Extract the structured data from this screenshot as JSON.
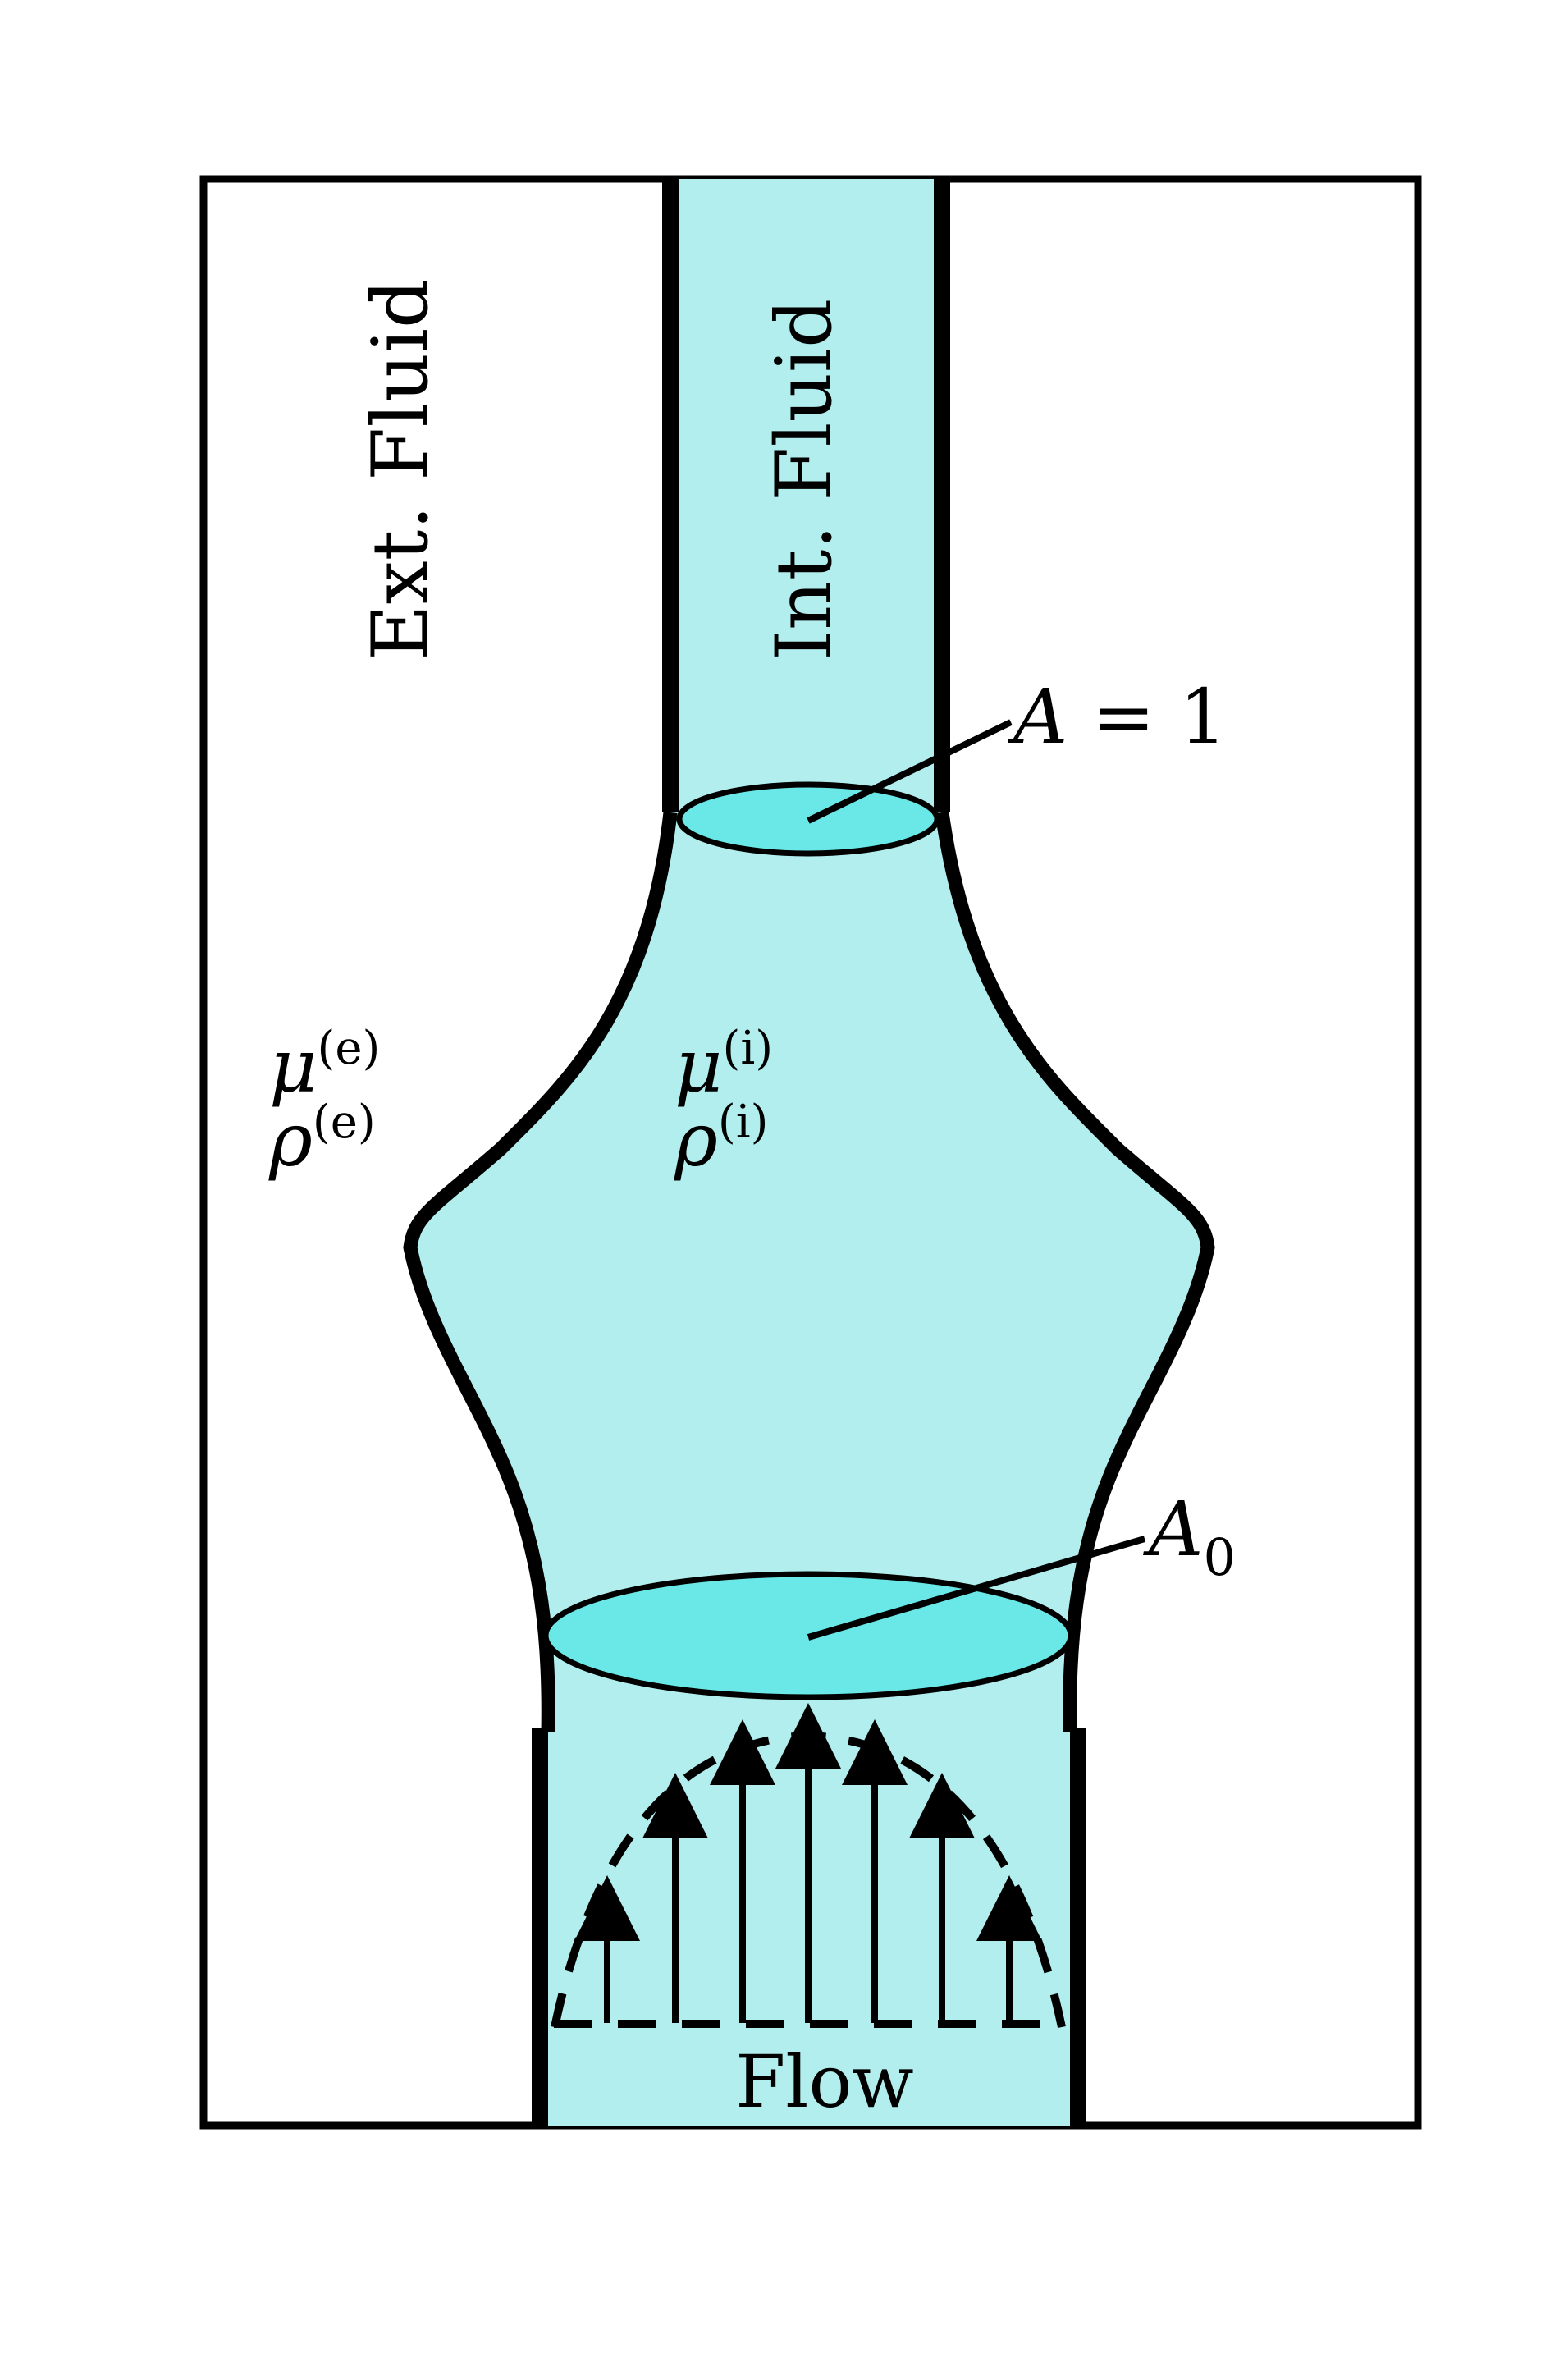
{
  "labels": {
    "ext_fluid": "Ext. Fluid",
    "int_fluid": "Int. Fluid",
    "flow": "Flow"
  },
  "area_labels": {
    "top": {
      "symbol": "A",
      "equals": " = 1"
    },
    "bottom": {
      "symbol": "A",
      "subscript": "0"
    }
  },
  "external_properties": {
    "mu": "μ",
    "mu_superscript": "(e)",
    "rho": "ρ",
    "rho_superscript": "(e)"
  },
  "internal_properties": {
    "mu": "μ",
    "mu_superscript": "(i)",
    "rho": "ρ",
    "rho_superscript": "(i)"
  },
  "colors": {
    "internal_fluid": "#b2eeee",
    "cross_section": "#6ae8e8",
    "outline": "#000000",
    "background": "#ffffff"
  },
  "flow_profile": {
    "arrow_count": 7,
    "shape": "parabolic"
  }
}
